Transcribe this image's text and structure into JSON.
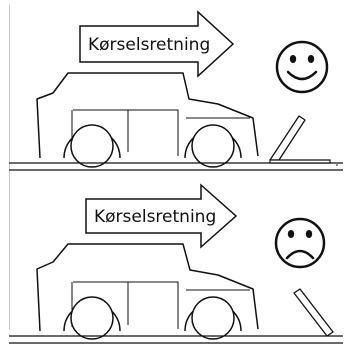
{
  "panels": [
    {
      "direction_label": "Kørselsretning",
      "mood": "happy",
      "flap": "folded-forward"
    },
    {
      "direction_label": "Kørselsretning",
      "mood": "sad",
      "flap": "raised-backward"
    }
  ],
  "colors": {
    "line": "#111111",
    "border": "#bfbfbf",
    "background": "#ffffff"
  }
}
